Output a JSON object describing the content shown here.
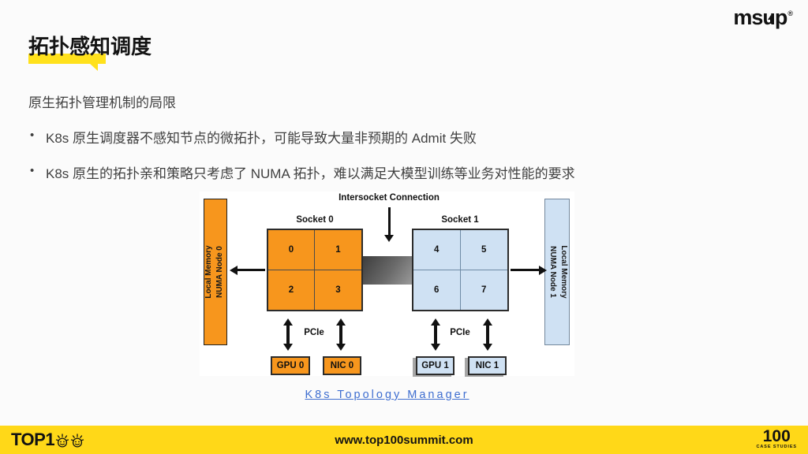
{
  "header": {
    "logo_text": "msup",
    "logo_reg": "®"
  },
  "slide": {
    "title": "拓扑感知调度",
    "subtitle": "原生拓扑管理机制的局限",
    "bullets": [
      "K8s 原生调度器不感知节点的微拓扑，可能导致大量非预期的 Admit 失败",
      "K8s 原生的拓扑亲和策略只考虑了 NUMA 拓扑，难以满足大模型训练等业务对性能的要求"
    ]
  },
  "diagram": {
    "intersocket_label": "Intersocket Connection",
    "caption_link": "K8s Topology Manager",
    "numa0": {
      "memory_line1": "Local Memory",
      "memory_line2": "NUMA Node 0",
      "socket_label": "Socket 0",
      "cells": [
        "0",
        "1",
        "2",
        "3"
      ],
      "pcie_label": "PCIe",
      "devices": [
        "GPU 0",
        "NIC 0"
      ]
    },
    "numa1": {
      "memory_line1": "Local Memory",
      "memory_line2": "NUMA Node 1",
      "socket_label": "Socket 1",
      "cells": [
        "4",
        "5",
        "6",
        "7"
      ],
      "pcie_label": "PCIe",
      "devices": [
        "GPU 1",
        "NIC 1"
      ]
    },
    "colors": {
      "numa0_orange": "#F7961D",
      "numa1_blue": "#CFE1F3",
      "link_blue": "#3E6ED0"
    }
  },
  "footer": {
    "top1_text": "TOP1",
    "site": "www.top100summit.com",
    "hundred": "100",
    "case_label": "CASE STUDIES",
    "bar_color": "#FFD818",
    "highlight_color": "#FFE11C"
  }
}
